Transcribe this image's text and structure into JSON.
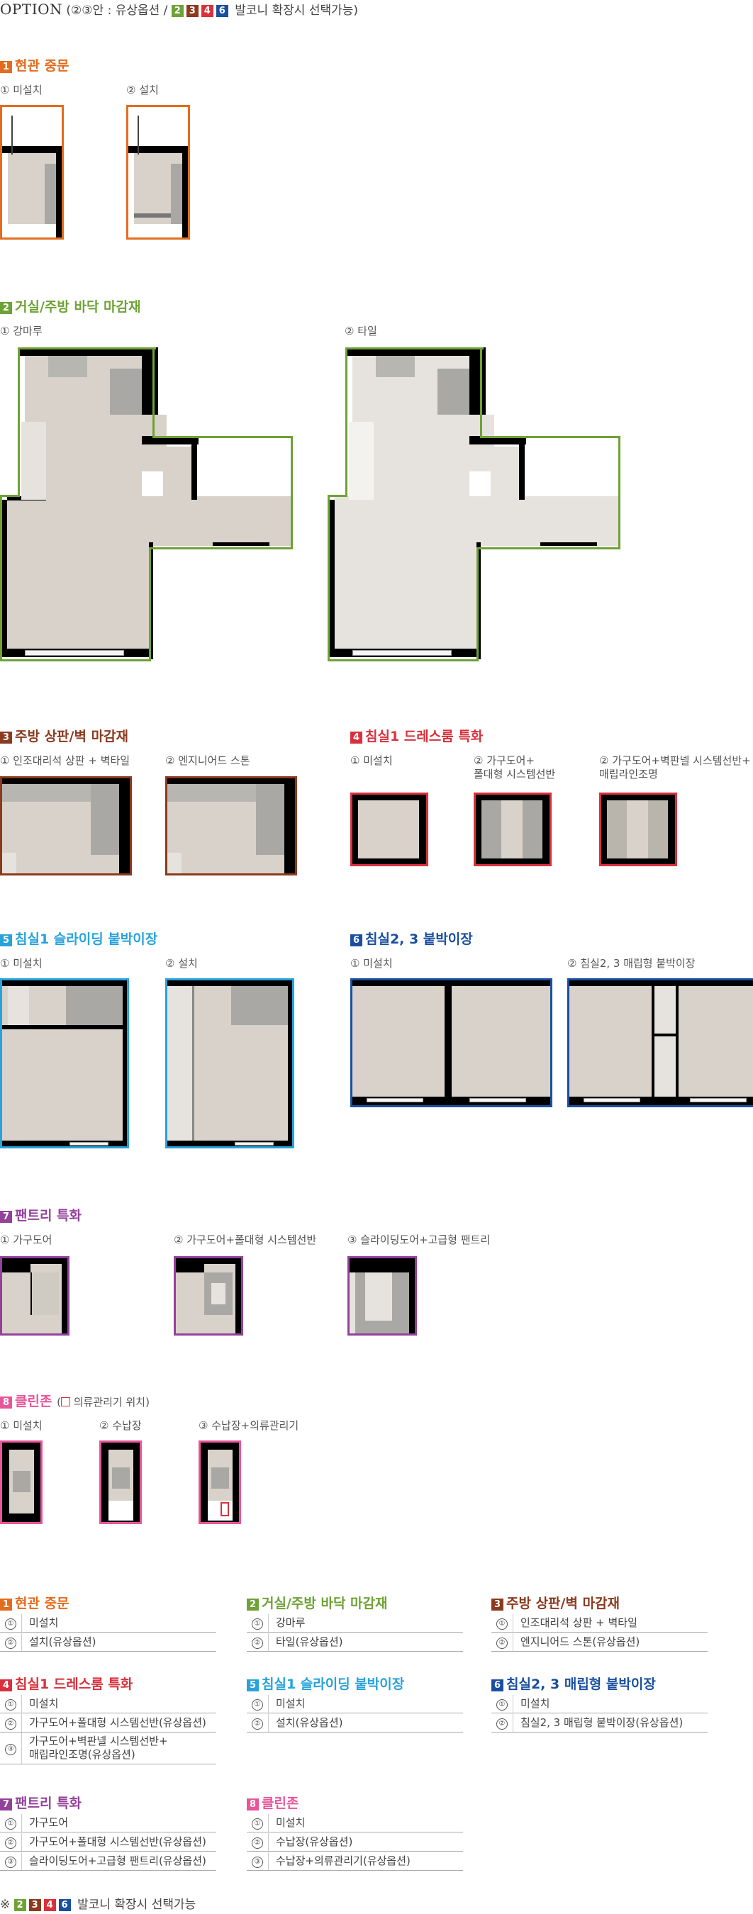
{
  "header": {
    "title": "OPTION",
    "note_prefix": "(②③안 : 유상옵션 /",
    "note_suffix": "발코니 확장시 선택가능)",
    "badges": [
      "2",
      "3",
      "4",
      "6"
    ]
  },
  "colors": {
    "s1": "#e46c1e",
    "s2": "#6ea236",
    "s3": "#8b3a1e",
    "s4": "#d8313d",
    "s5": "#27a2dc",
    "s6": "#1a4fa0",
    "s7": "#93419b",
    "s8": "#e8559a"
  },
  "sections": {
    "s1": {
      "num": "1",
      "title": "현관 중문",
      "options": [
        "① 미설치",
        "② 설치"
      ]
    },
    "s2": {
      "num": "2",
      "title": "거실/주방 바닥 마감재",
      "options": [
        "① 강마루",
        "② 타일"
      ]
    },
    "s3": {
      "num": "3",
      "title": "주방 상판/벽 마감재",
      "options": [
        "① 인조대리석 상판 + 벽타일",
        "② 엔지니어드 스톤"
      ]
    },
    "s4": {
      "num": "4",
      "title": "침실1 드레스룸 특화",
      "options": [
        "① 미설치",
        "② 가구도어+\n폴대형 시스템선반",
        "② 가구도어+벽판넬 시스템선반+\n매립라인조명"
      ]
    },
    "s5": {
      "num": "5",
      "title": "침실1 슬라이딩 붙박이장",
      "options": [
        "① 미설치",
        "② 설치"
      ]
    },
    "s6": {
      "num": "6",
      "title": "침실2, 3  붙박이장",
      "options": [
        "① 미설치",
        "② 침실2, 3 매립형 붙박이장"
      ]
    },
    "s7": {
      "num": "7",
      "title": "팬트리 특화",
      "options": [
        "① 가구도어",
        "② 가구도어+폴대형 시스템선반",
        "③ 슬라이딩도어+고급형 팬트리"
      ]
    },
    "s8": {
      "num": "8",
      "title": "클린존",
      "title_note": "의류관리기 위치)",
      "options": [
        "① 미설치",
        "② 수납장",
        "③ 수납장+의류관리기"
      ]
    }
  },
  "lists": {
    "l1": {
      "num": "1",
      "title": "현관 중문",
      "rows": [
        [
          "①",
          "미설치"
        ],
        [
          "②",
          "설치(유상옵션)"
        ]
      ]
    },
    "l2": {
      "num": "2",
      "title": "거실/주방 바닥 마감재",
      "rows": [
        [
          "①",
          "강마루"
        ],
        [
          "②",
          "타일(유상옵션)"
        ]
      ]
    },
    "l3": {
      "num": "3",
      "title": "주방 상판/벽 마감재",
      "rows": [
        [
          "①",
          "인조대리석 상판 + 벽타일"
        ],
        [
          "②",
          "엔지니어드 스톤(유상옵션)"
        ]
      ]
    },
    "l4": {
      "num": "4",
      "title": "침실1 드레스룸 특화",
      "rows": [
        [
          "①",
          "미설치"
        ],
        [
          "②",
          "가구도어+폴대형 시스템선반(유상옵션)"
        ],
        [
          "③",
          "가구도어+벽판넬 시스템선반+\n매립라인조명(유상옵션)"
        ]
      ]
    },
    "l5": {
      "num": "5",
      "title": "침실1 슬라이딩 붙박이장",
      "rows": [
        [
          "①",
          "미설치"
        ],
        [
          "②",
          "설치(유상옵션)"
        ]
      ]
    },
    "l6": {
      "num": "6",
      "title": "침실2, 3 매립형 붙박이장",
      "rows": [
        [
          "①",
          "미설치"
        ],
        [
          "②",
          "침실2, 3 매립형 붙박이장(유상옵션)"
        ]
      ]
    },
    "l7": {
      "num": "7",
      "title": "팬트리 특화",
      "rows": [
        [
          "①",
          "가구도어"
        ],
        [
          "②",
          "가구도어+폴대형 시스템선반(유상옵션)"
        ],
        [
          "③",
          "슬라이딩도어+고급형 팬트리(유상옵션)"
        ]
      ]
    },
    "l8": {
      "num": "8",
      "title": "클린존",
      "rows": [
        [
          "①",
          "미설치"
        ],
        [
          "②",
          "수납장(유상옵션)"
        ],
        [
          "③",
          "수납장+의류관리기(유상옵션)"
        ]
      ]
    }
  },
  "footer": {
    "prefix": "※",
    "text": "발코니 확장시 선택가능",
    "badges": [
      "2",
      "3",
      "4",
      "6"
    ]
  }
}
